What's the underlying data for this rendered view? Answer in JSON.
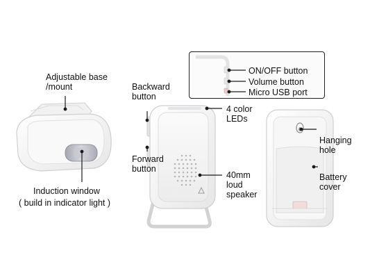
{
  "labels": {
    "adjustable_base": "Adjustable base\n/mount",
    "induction_window": "Induction window",
    "indicator_light": "( build in indicator light )",
    "backward_button": "Backward\nbutton",
    "forward_button": "Forward\nbutton",
    "color_leds": "4 color\nLEDs",
    "speaker": "40mm\nloud\nspeaker",
    "on_off_button": "ON/OFF button",
    "volume_button": "Volume button",
    "usb_port": "Micro USB port",
    "hanging_hole": "Hanging\nhole",
    "battery_cover": "Battery\ncover"
  },
  "colors": {
    "device_body": "#f6f6f6",
    "device_edge": "#d9d9d9",
    "window_lens": "#b9b9c2",
    "leader_line": "#1a1a1a",
    "label_text": "#111111",
    "led_strip": "#e8eaee",
    "port_color": "#e9c9c9"
  }
}
